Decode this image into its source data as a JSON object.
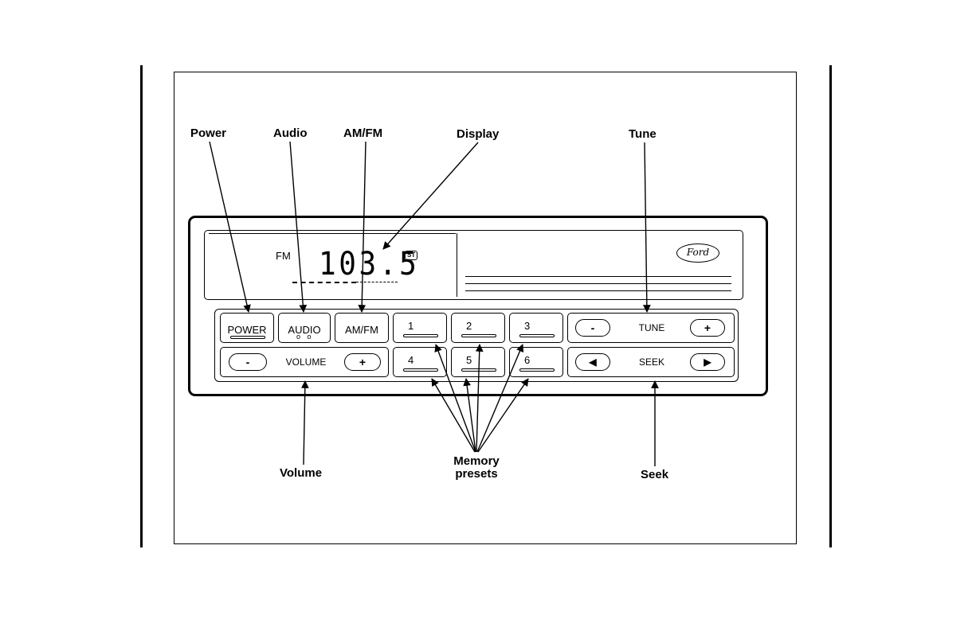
{
  "callouts": {
    "power": "Power",
    "audio": "Audio",
    "amfm": "AM/FM",
    "display": "Display",
    "tune": "Tune",
    "volume": "Volume",
    "memory_line1": "Memory",
    "memory_line2": "presets",
    "seek": "Seek"
  },
  "display": {
    "band": "FM",
    "frequency": "103.5",
    "stereo_indicator": "ST"
  },
  "logo": "Ford",
  "buttons": {
    "power": "POWER",
    "audio": "AUDIO",
    "audio_dots": "o o",
    "amfm": "AM/FM",
    "preset_1": "1",
    "preset_2": "2",
    "preset_3": "3",
    "preset_4": "4",
    "preset_5": "5",
    "preset_6": "6",
    "tune_label": "TUNE",
    "tune_minus": "-",
    "tune_plus": "+",
    "volume_label": "VOLUME",
    "volume_minus": "-",
    "volume_plus": "+",
    "seek_label": "SEEK",
    "seek_back": "◀",
    "seek_fwd": "▶"
  }
}
